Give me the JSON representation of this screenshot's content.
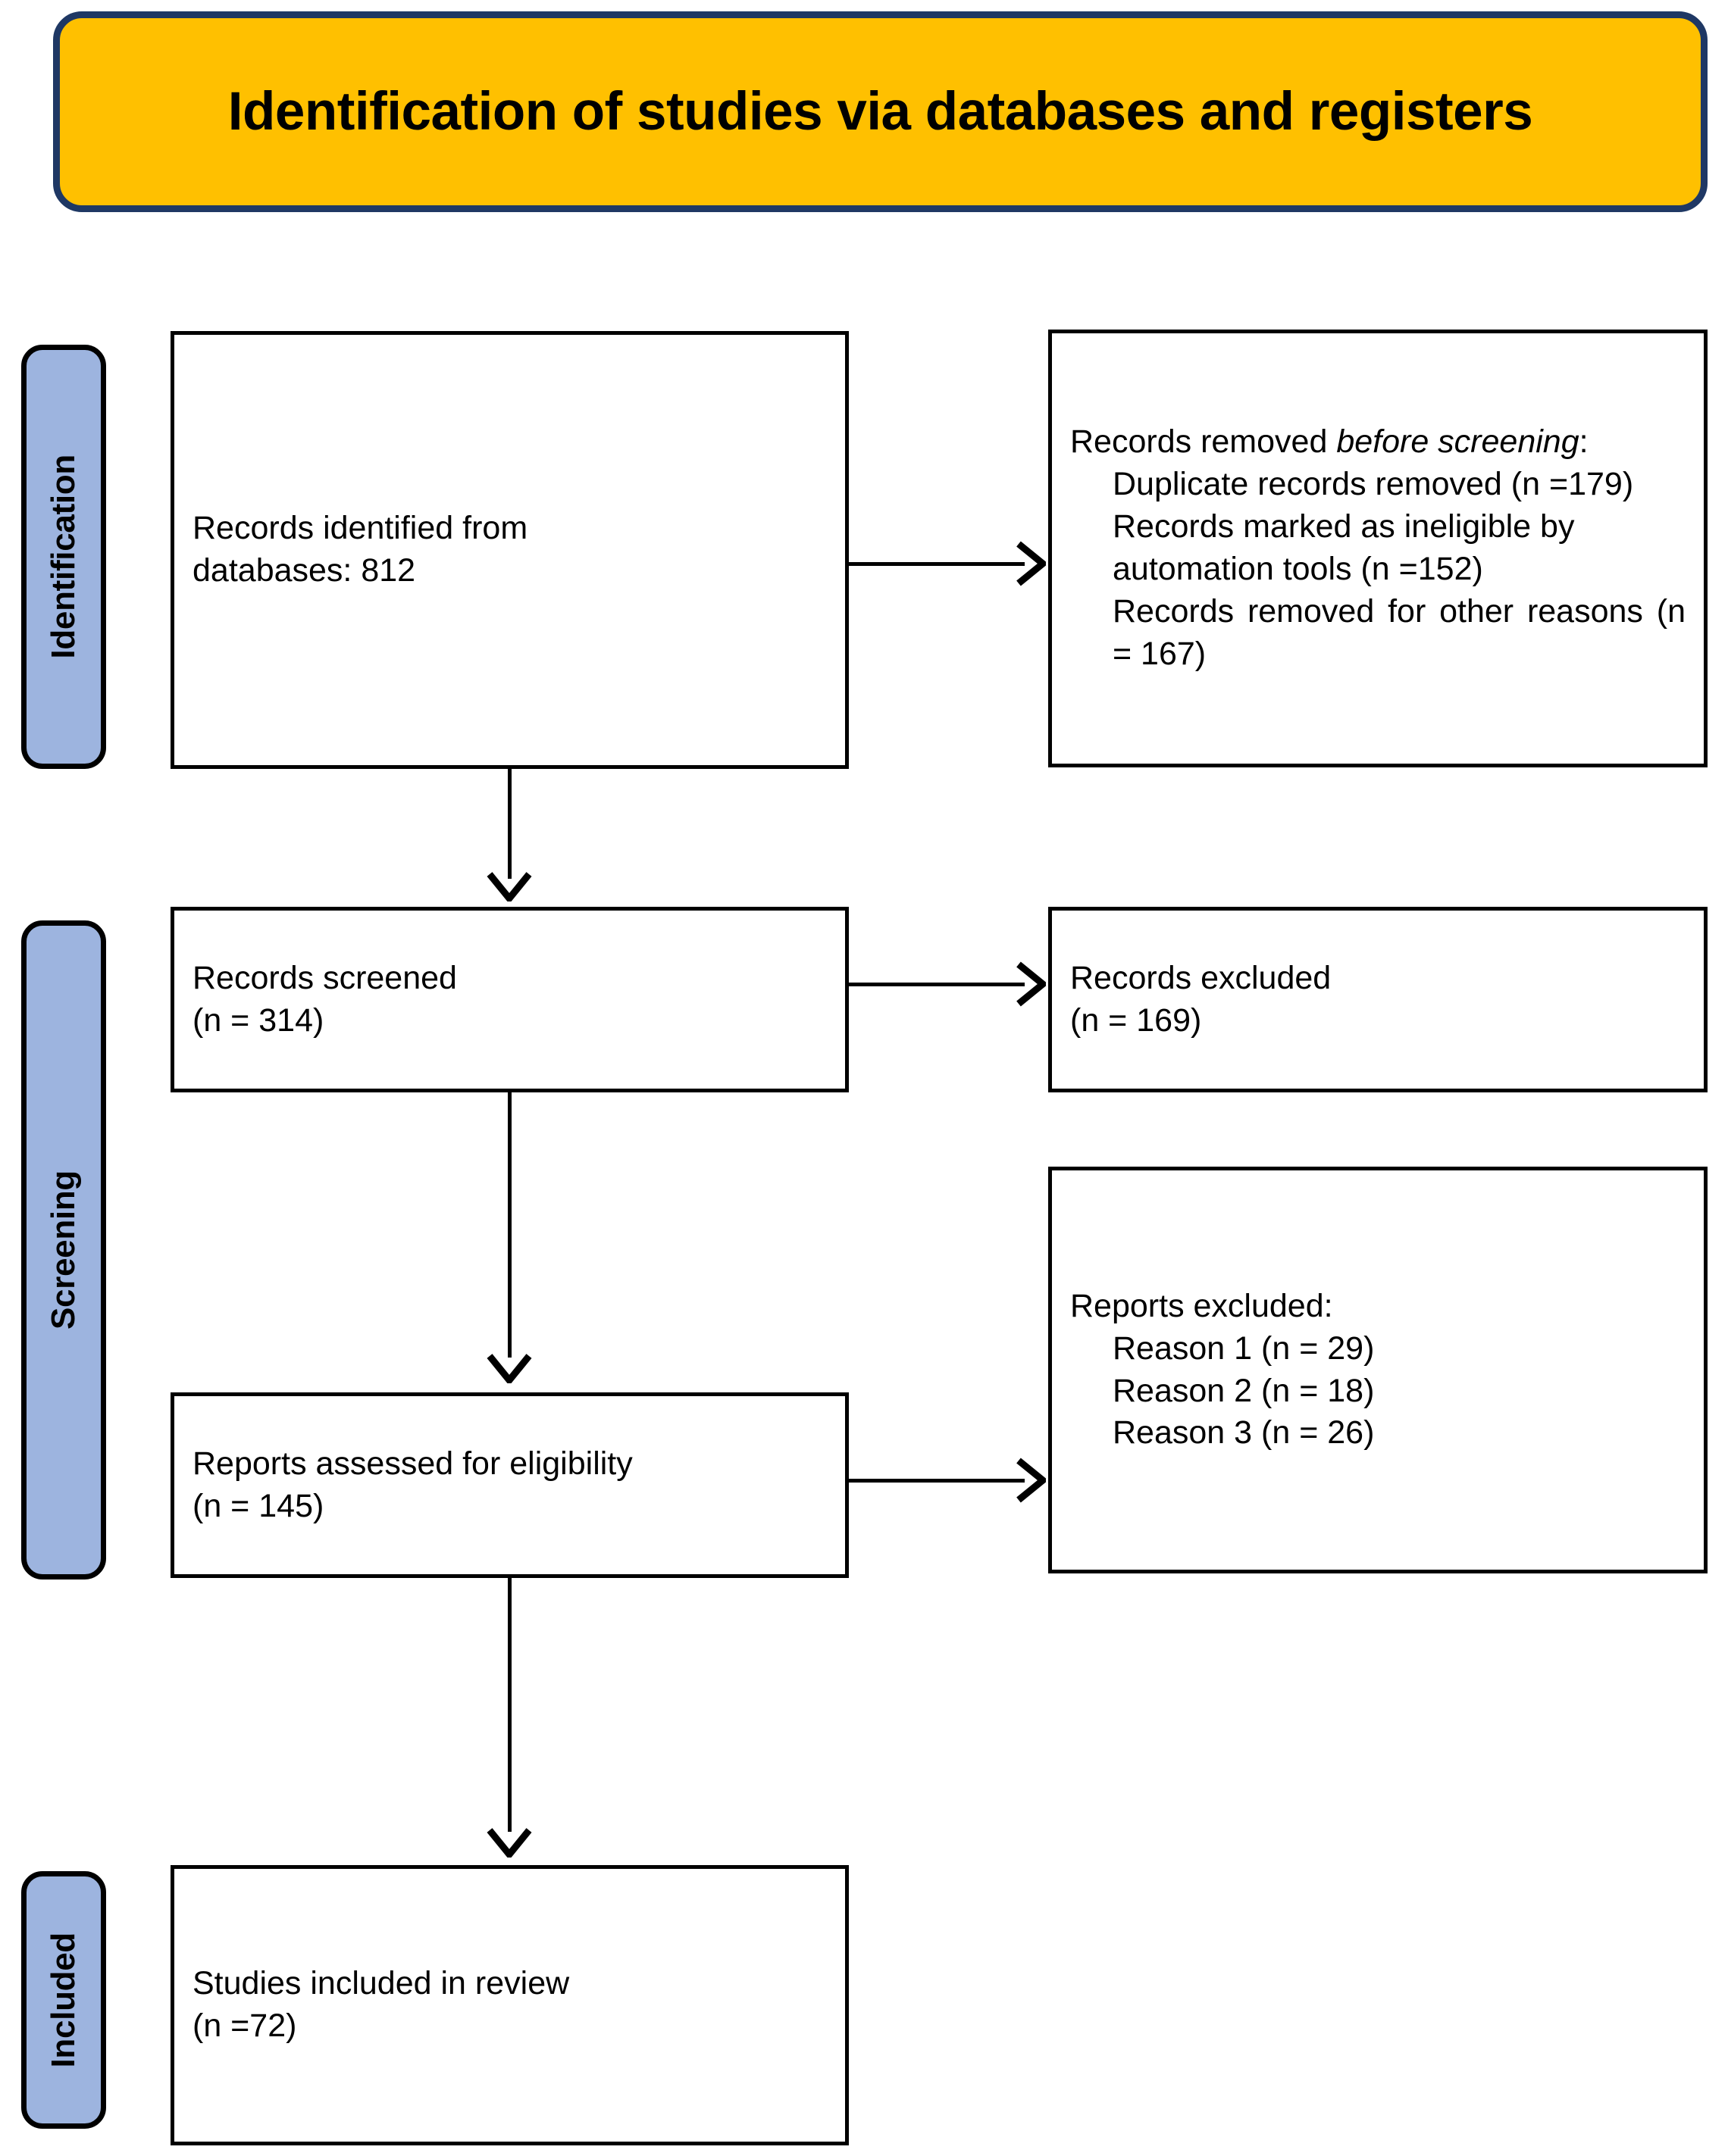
{
  "title": {
    "text": "Identification of studies via databases and registers",
    "background_color": "#FFC000",
    "border_color": "#1F3864"
  },
  "stages": [
    {
      "id": "identification",
      "label": "Identification"
    },
    {
      "id": "screening",
      "label": "Screening"
    },
    {
      "id": "included",
      "label": "Included"
    }
  ],
  "stage_tab_color": "#9DB4DF",
  "boxes": {
    "records_identified": {
      "line1": "Records identified from",
      "line2": "databases: 812"
    },
    "records_removed": {
      "heading_plain": "Records removed ",
      "heading_italic": "before screening",
      "heading_suffix": ":",
      "item1": "Duplicate records removed (n =179)",
      "item2": "Records marked as ineligible by automation tools (n =152)",
      "item3": "Records removed for other reasons (n = 167)"
    },
    "records_screened": {
      "line1": "Records screened",
      "line2": "(n = 314)"
    },
    "records_excluded": {
      "line1": "Records excluded",
      "line2": "(n = 169)"
    },
    "reports_assessed": {
      "line1": "Reports assessed for eligibility",
      "line2": "(n = 145)"
    },
    "reports_excluded": {
      "heading": "Reports excluded:",
      "reason1": "Reason 1 (n = 29)",
      "reason2": "Reason 2 (n = 18)",
      "reason3": "Reason 3 (n = 26)"
    },
    "studies_included": {
      "line1": "Studies included in review",
      "line2": "(n =72)"
    }
  },
  "chart_data": {
    "type": "diagram",
    "diagram_kind": "prisma-flow",
    "title": "Identification of studies via databases and registers",
    "nodes": [
      {
        "id": "records_identified",
        "stage": "Identification",
        "label": "Records identified from databases: 812",
        "n": 812
      },
      {
        "id": "records_removed",
        "stage": "Identification",
        "label": "Records removed before screening",
        "children": [
          {
            "label": "Duplicate records removed",
            "n": 179
          },
          {
            "label": "Records marked as ineligible by automation tools",
            "n": 152
          },
          {
            "label": "Records removed for other reasons",
            "n": 167
          }
        ]
      },
      {
        "id": "records_screened",
        "stage": "Screening",
        "label": "Records screened",
        "n": 314
      },
      {
        "id": "records_excluded",
        "stage": "Screening",
        "label": "Records excluded",
        "n": 169
      },
      {
        "id": "reports_assessed",
        "stage": "Screening",
        "label": "Reports assessed for eligibility",
        "n": 145
      },
      {
        "id": "reports_excluded",
        "stage": "Screening",
        "label": "Reports excluded",
        "children": [
          {
            "label": "Reason 1",
            "n": 29
          },
          {
            "label": "Reason 2",
            "n": 18
          },
          {
            "label": "Reason 3",
            "n": 26
          }
        ]
      },
      {
        "id": "studies_included",
        "stage": "Included",
        "label": "Studies included in review",
        "n": 72
      }
    ],
    "edges": [
      {
        "from": "records_identified",
        "to": "records_removed",
        "direction": "right"
      },
      {
        "from": "records_identified",
        "to": "records_screened",
        "direction": "down"
      },
      {
        "from": "records_screened",
        "to": "records_excluded",
        "direction": "right"
      },
      {
        "from": "records_screened",
        "to": "reports_assessed",
        "direction": "down"
      },
      {
        "from": "reports_assessed",
        "to": "reports_excluded",
        "direction": "right"
      },
      {
        "from": "reports_assessed",
        "to": "studies_included",
        "direction": "down"
      }
    ]
  }
}
